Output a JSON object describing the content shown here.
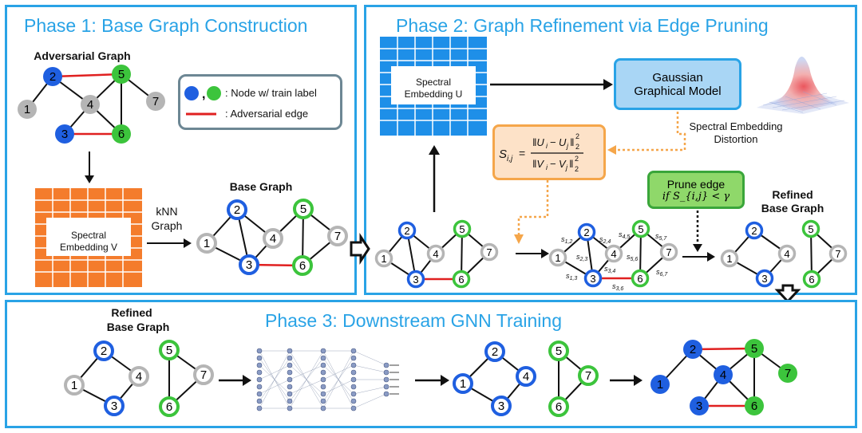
{
  "phase1": {
    "title": "Phase 1: Base Graph Construction",
    "adversarial_graph_label": "Adversarial Graph",
    "legend_node": ": Node w/ train label",
    "legend_edge": ": Adversarial edge",
    "spectral_label_line1": "Spectral",
    "spectral_label_line2": "Embedding V",
    "knn_label_line1": "kNN",
    "knn_label_line2": "Graph",
    "base_graph_label": "Base Graph"
  },
  "phase2": {
    "title": "Phase 2: Graph Refinement via Edge Pruning",
    "spectral_u_line1": "Spectral",
    "spectral_u_line2": "Embedding U",
    "ggm_line1": "Gaussian",
    "ggm_line2": "Graphical Model",
    "distortion_line1": "Spectral Embedding",
    "distortion_line2": "Distortion",
    "formula": "S_{i,j} = ||U_i - U_j||^2 / ||V_i - V_j||^2",
    "prune_line1": "Prune edge",
    "prune_line2": "if S_{i,j} < γ",
    "refined_label_line1": "Refined",
    "refined_label_line2": "Base Graph",
    "edge_scores": [
      "s1,2",
      "s2,4",
      "s4,5",
      "s5,7",
      "s2,3",
      "s3,4",
      "s5,6",
      "s1,3",
      "s3,6",
      "s6,7"
    ]
  },
  "phase3": {
    "title": "Phase 3: Downstream GNN Training",
    "refined_label_line1": "Refined",
    "refined_label_line2": "Base Graph"
  },
  "node_labels": [
    "1",
    "2",
    "3",
    "4",
    "5",
    "6",
    "7"
  ],
  "colors": {
    "accent": "#29a3e6",
    "blue_node": "#1f5fe0",
    "green_node": "#3cc43c",
    "gray_node": "#b5b5b5",
    "adversarial_edge": "#e02020",
    "embedding_orange": "#f47c2c",
    "embedding_blue": "#1e8fe8",
    "ggm_fill": "#a9d6f5",
    "formula_fill": "#fde2c8",
    "formula_border": "#f5a64a",
    "prune_fill": "#8fd86a",
    "prune_border": "#3aa63a"
  }
}
